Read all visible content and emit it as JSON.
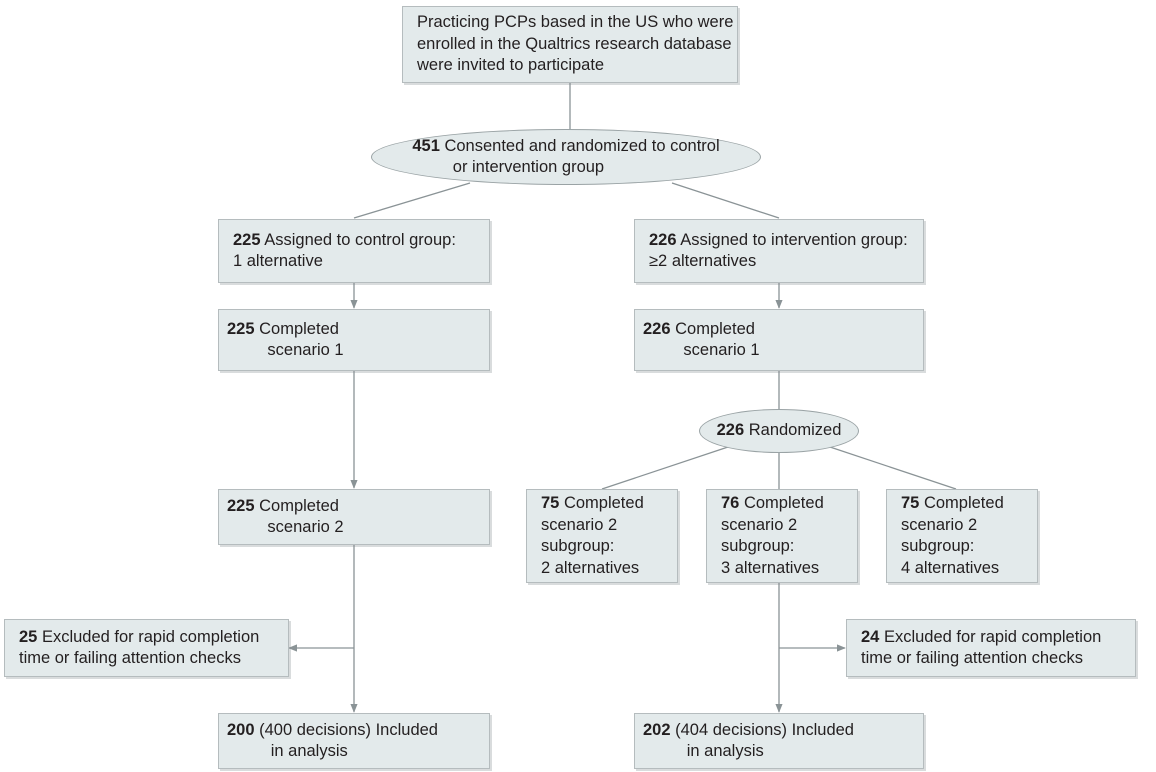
{
  "diagram": {
    "title": "CONSORT-style participant flow diagram",
    "colors": {
      "node_fill": "#e3eaeb",
      "node_border": "#b5bcbe",
      "connector": "#8a9396",
      "text": "#231f20",
      "background": "#ffffff"
    },
    "nodes": {
      "eligibility": {
        "shape": "rect",
        "lines": [
          "Practicing PCPs based in the US who were",
          "enrolled in the Qualtrics research database",
          "were invited to participate"
        ]
      },
      "consented": {
        "shape": "ellipse",
        "count": "451",
        "lines": [
          "Consented and randomized to control",
          "or intervention group"
        ]
      },
      "control_assigned": {
        "shape": "rect",
        "count": "225",
        "lines": [
          "Assigned to control group:",
          "1 alternative"
        ]
      },
      "intervention_assigned": {
        "shape": "rect",
        "count": "226",
        "lines": [
          "Assigned to intervention group:",
          "≥2 alternatives"
        ]
      },
      "control_scenario1": {
        "shape": "rect",
        "count": "225",
        "lines": [
          "Completed",
          "scenario 1"
        ]
      },
      "intervention_scenario1": {
        "shape": "rect",
        "count": "226",
        "lines": [
          "Completed",
          "scenario 1"
        ]
      },
      "randomized": {
        "shape": "ellipse",
        "count": "226",
        "lines": [
          "Randomized"
        ]
      },
      "control_scenario2": {
        "shape": "rect",
        "count": "225",
        "lines": [
          "Completed",
          "scenario 2"
        ]
      },
      "subgroup_2alt": {
        "shape": "rect",
        "count": "75",
        "lines": [
          "Completed",
          "scenario 2",
          "subgroup:",
          "2 alternatives"
        ]
      },
      "subgroup_3alt": {
        "shape": "rect",
        "count": "76",
        "lines": [
          "Completed",
          "scenario 2",
          "subgroup:",
          "3 alternatives"
        ]
      },
      "subgroup_4alt": {
        "shape": "rect",
        "count": "75",
        "lines": [
          "Completed",
          "scenario 2",
          "subgroup:",
          "4 alternatives"
        ]
      },
      "excluded_control": {
        "shape": "rect",
        "count": "25",
        "lines": [
          "Excluded for rapid completion",
          "time or failing attention checks"
        ]
      },
      "excluded_intervention": {
        "shape": "rect",
        "count": "24",
        "lines": [
          "Excluded for rapid completion",
          "time or failing attention checks"
        ]
      },
      "included_control": {
        "shape": "rect",
        "count": "200",
        "lines": [
          "(400 decisions) Included",
          "in analysis"
        ]
      },
      "included_intervention": {
        "shape": "rect",
        "count": "202",
        "lines": [
          "(404 decisions) Included",
          "in analysis"
        ]
      }
    }
  }
}
